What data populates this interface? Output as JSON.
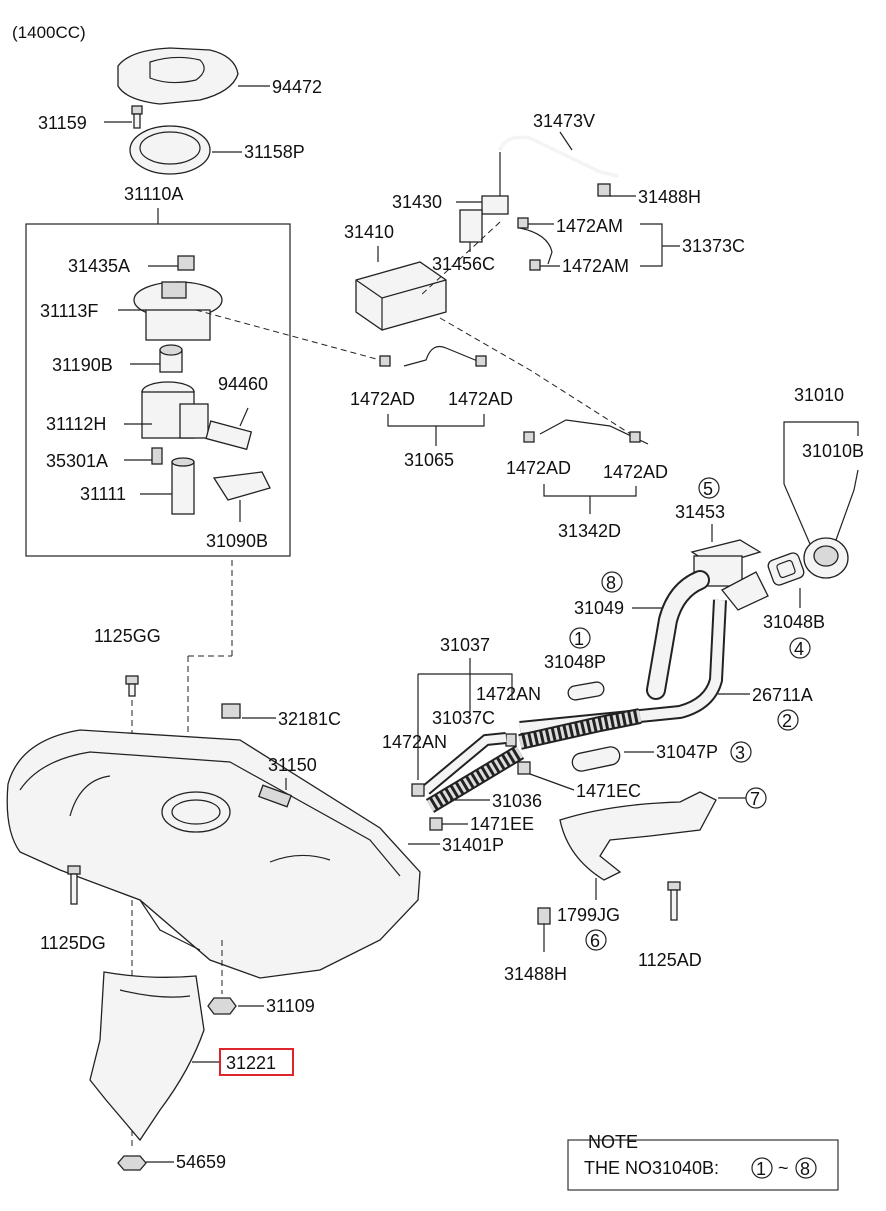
{
  "header": {
    "engine": "(1400CC)"
  },
  "parts": {
    "p94472": "94472",
    "p31159": "31159",
    "p31158P": "31158P",
    "p31110A": "31110A",
    "p31435A": "31435A",
    "p31113F": "31113F",
    "p31190B": "31190B",
    "p94460": "94460",
    "p31112H": "31112H",
    "p35301A": "35301A",
    "p31111": "31111",
    "p31090B": "31090B",
    "p31473V": "31473V",
    "p31488H_top": "31488H",
    "p31430": "31430",
    "p1472AM_1": "1472AM",
    "p31410": "31410",
    "p31373C": "31373C",
    "p31456C": "31456C",
    "p1472AM_2": "1472AM",
    "p1472AD_1": "1472AD",
    "p1472AD_2": "1472AD",
    "p31065": "31065",
    "p31010": "31010",
    "p31010B": "31010B",
    "p1472AD_3": "1472AD",
    "p1472AD_4": "1472AD",
    "p31342D": "31342D",
    "p31453": "31453",
    "p31049": "31049",
    "p31048B": "31048B",
    "p1125GG": "1125GG",
    "p31037": "31037",
    "p31048P": "31048P",
    "p1472AN_1": "1472AN",
    "p26711A": "26711A",
    "p32181C": "32181C",
    "p31037C": "31037C",
    "p1472AN_2": "1472AN",
    "p31150": "31150",
    "p31047P": "31047P",
    "p31036": "31036",
    "p1471EC": "1471EC",
    "p1471EE": "1471EE",
    "p31401P": "31401P",
    "p1125DG": "1125DG",
    "p1799JG": "1799JG",
    "p31488H_bot": "31488H",
    "p1125AD": "1125AD",
    "p31109": "31109",
    "p31221": "31221",
    "p54659": "54659"
  },
  "callouts": {
    "c1": "1",
    "c2": "2",
    "c3": "3",
    "c4": "4",
    "c5": "5",
    "c6": "6",
    "c7": "7",
    "c8": "8"
  },
  "note": {
    "title": "NOTE",
    "line": "THE NO31040B:",
    "range_start": "1",
    "range_sep": "~",
    "range_end": "8"
  },
  "highlight": {
    "part": "31221",
    "color": "#e0242c"
  }
}
